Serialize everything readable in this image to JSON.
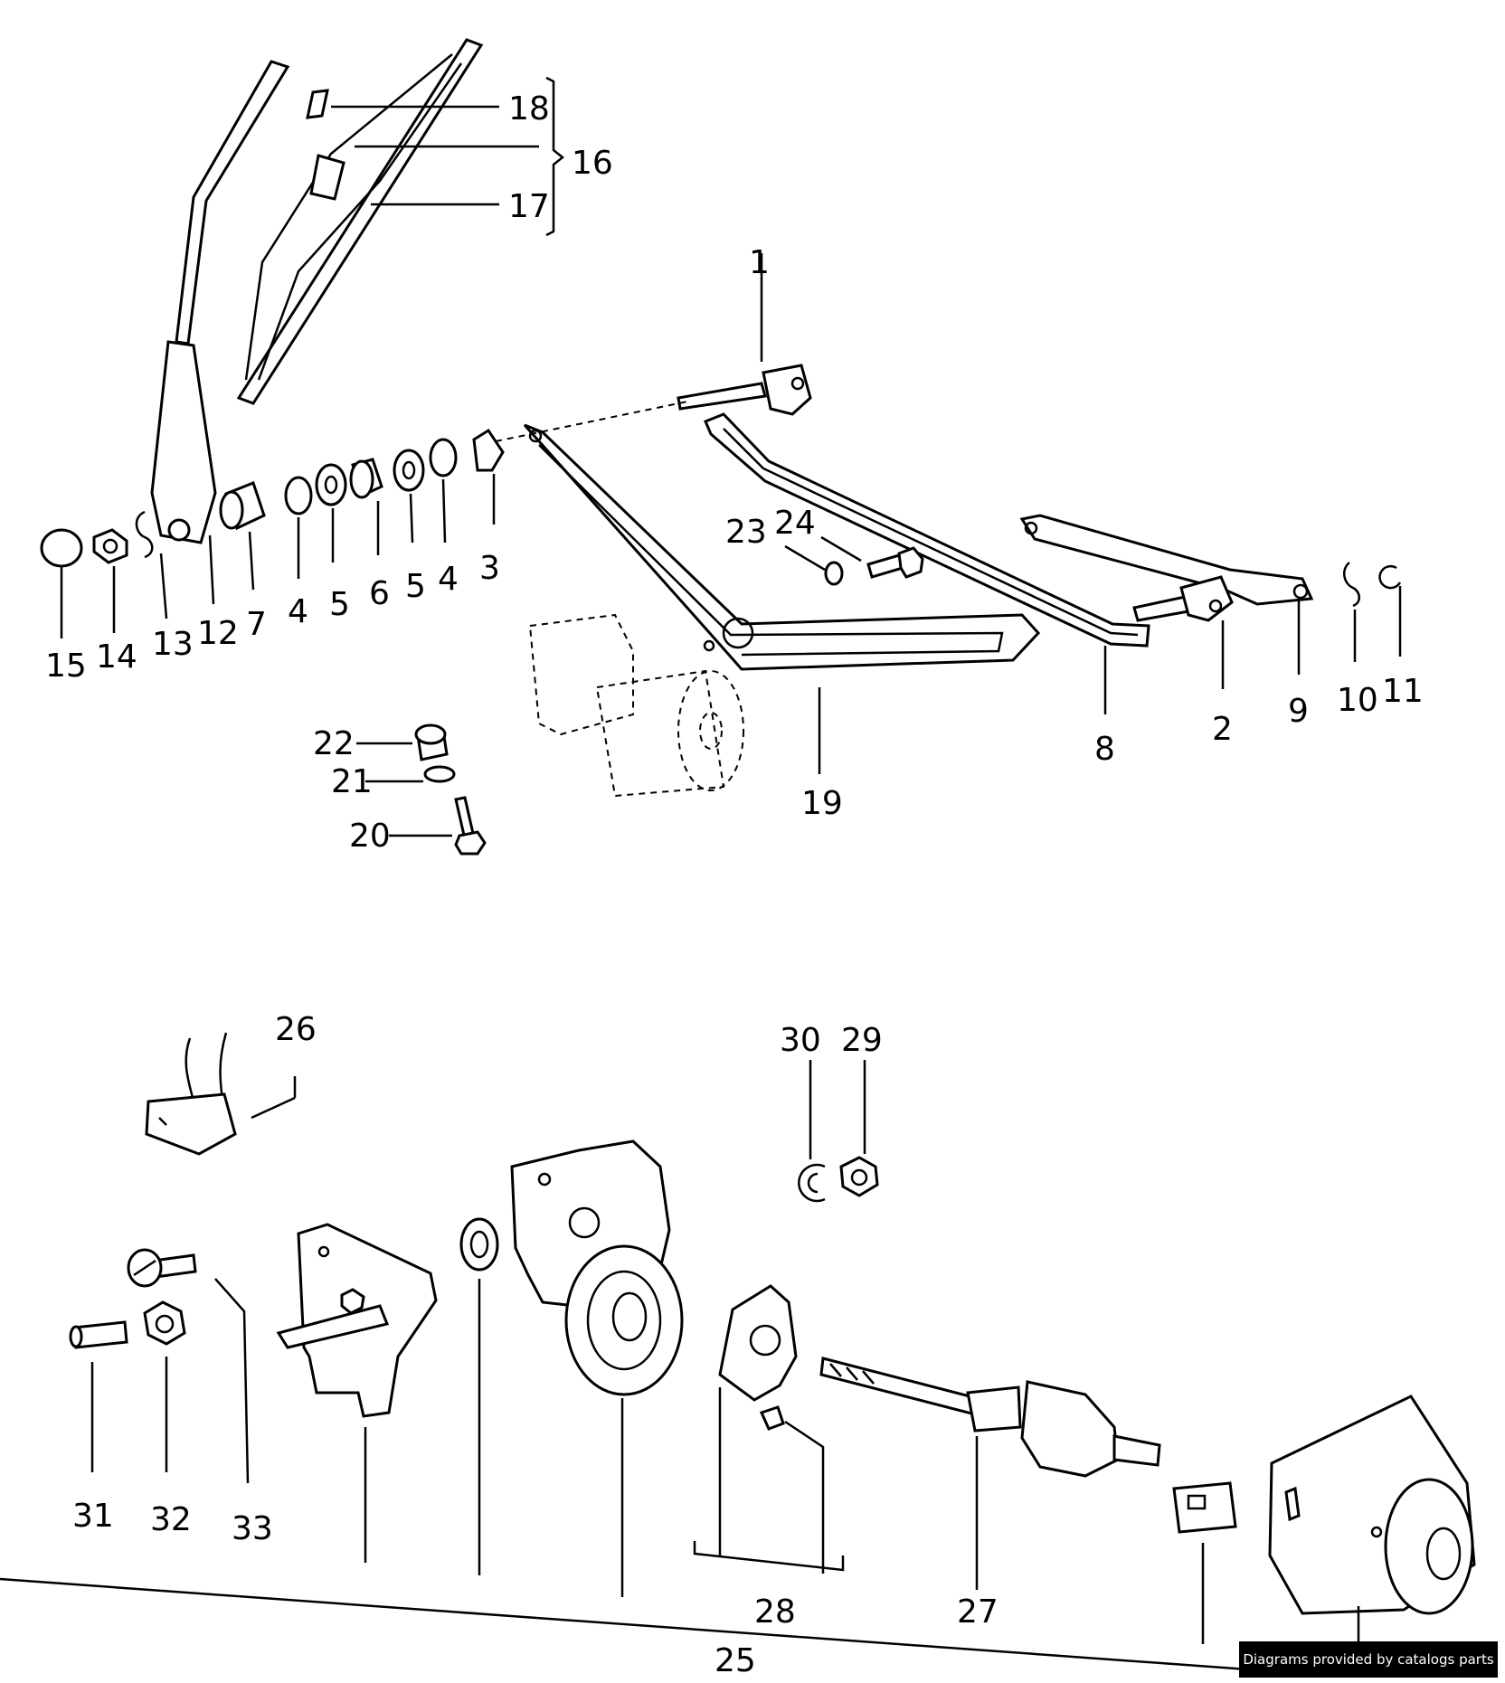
{
  "callouts": [
    "1",
    "2",
    "3",
    "4",
    "4",
    "5",
    "5",
    "6",
    "7",
    "8",
    "9",
    "10",
    "11",
    "12",
    "13",
    "14",
    "15",
    "16",
    "17",
    "18",
    "19",
    "20",
    "21",
    "22",
    "23",
    "24",
    "25",
    "26",
    "27",
    "28",
    "29",
    "30",
    "31",
    "32",
    "33"
  ],
  "credit": "Diagrams provided by catalogs parts"
}
